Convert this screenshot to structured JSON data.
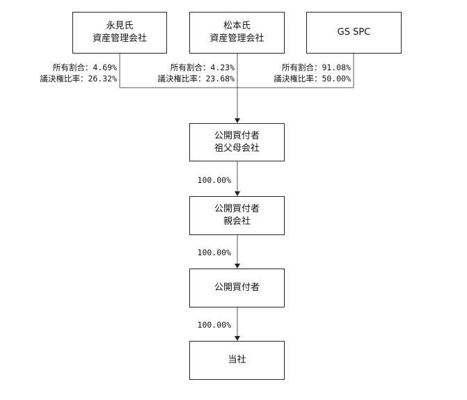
{
  "shareholders": [
    {
      "line1": "永見氏",
      "line2": "資産管理会社",
      "ownership": "所有割合：4.69%",
      "voting": "議決権比率：26.32%"
    },
    {
      "line1": "松本氏",
      "line2": "資産管理会社",
      "ownership": "所有割合：4.23%",
      "voting": "議決権比率：23.68%"
    },
    {
      "line1": "GS SPC",
      "line2": "",
      "ownership": "所有割合：91.08%",
      "voting": "議決権比率：50.00%"
    }
  ],
  "chain": [
    {
      "line1": "公開買付者",
      "line2": "祖父母会社"
    },
    {
      "line1": "公開買付者",
      "line2": "親会社"
    },
    {
      "line1": "公開買付者",
      "line2": ""
    },
    {
      "line1": "当社",
      "line2": ""
    }
  ],
  "chain_percentages": [
    "100.00%",
    "100.00%",
    "100.00%"
  ]
}
